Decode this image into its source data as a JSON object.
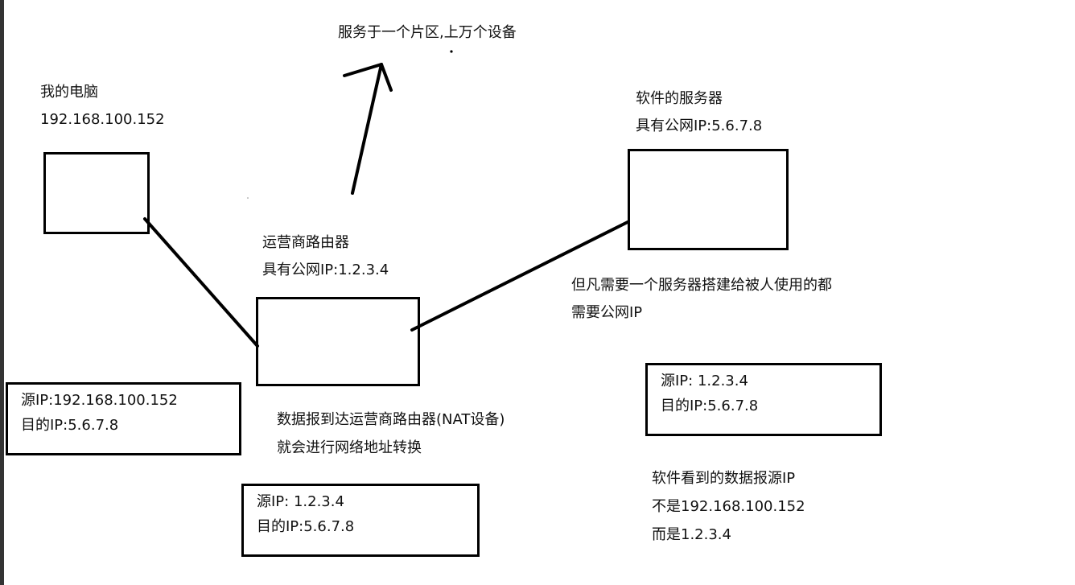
{
  "top_note": "服务于一个片区,上万个设备",
  "my_pc": {
    "title": "我的电脑",
    "ip": "192.168.100.152"
  },
  "isp_router": {
    "title": "运营商路由器",
    "ip": "具有公网IP:1.2.3.4"
  },
  "server": {
    "title": "软件的服务器",
    "ip": "具有公网IP:5.6.7.8"
  },
  "server_note": {
    "line1": "但凡需要一个服务器搭建给被人使用的都",
    "line2": "需要公网IP"
  },
  "packet_original": {
    "src": "源IP:192.168.100.152",
    "dst": "目的IP:5.6.7.8"
  },
  "nat_note": {
    "line1": "数据报到达运营商路由器(NAT设备)",
    "line2": "就会进行网络地址转换"
  },
  "packet_translated": {
    "src": "源IP:  1.2.3.4",
    "dst": "目的IP:5.6.7.8"
  },
  "packet_at_server": {
    "src": "源IP:  1.2.3.4",
    "dst": "目的IP:5.6.7.8"
  },
  "server_sees": {
    "line1": "软件看到的数据报源IP",
    "line2": "不是192.168.100.152",
    "line3": "而是1.2.3.4"
  }
}
